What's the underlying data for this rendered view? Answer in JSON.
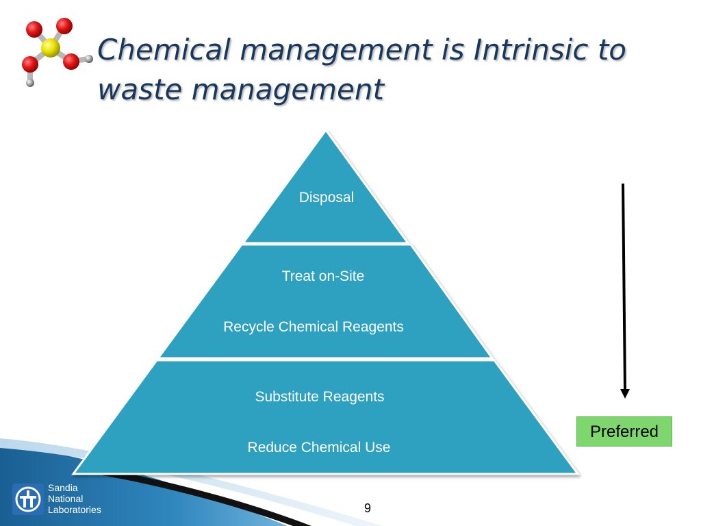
{
  "title": "Chemical management is Intrinsic to waste management",
  "pyramid": {
    "tiers": [
      {
        "lines": [
          "Disposal"
        ]
      },
      {
        "lines": [
          "Treat on-Site",
          "Recycle Chemical Reagents"
        ]
      },
      {
        "lines": [
          "Substitute Reagents",
          "Reduce Chemical Use"
        ]
      }
    ],
    "fill_color": "#2ea1c1",
    "edge_color": "#ffffff"
  },
  "preferred_label": "Preferred",
  "preferred_color": "#7fd66e",
  "logo": {
    "line1": "Sandia",
    "line2": "National",
    "line3": "Laboratories"
  },
  "page_number": "9",
  "icons": {
    "molecule": "molecule-icon",
    "logo": "sandia-logo-icon",
    "arrow": "down-arrow-icon"
  }
}
